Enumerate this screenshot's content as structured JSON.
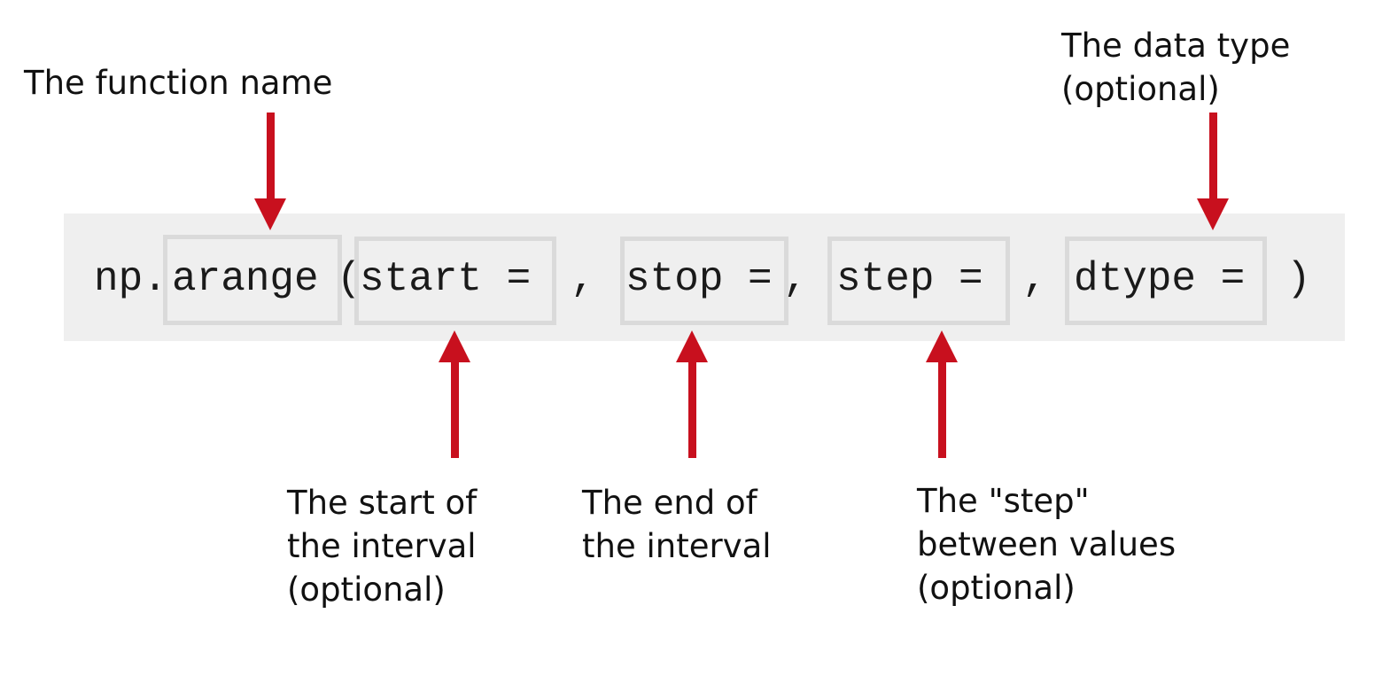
{
  "code": {
    "prefix": "np.",
    "function": "arange",
    "open_paren": "(",
    "param_start": "start =",
    "comma1": ",",
    "param_stop": "stop =",
    "comma2": ",",
    "param_step": "step =",
    "comma3": ",",
    "param_dtype": "dtype =",
    "close_paren": ")"
  },
  "annotations": {
    "function_name": "The function name",
    "dtype": "The data type\n(optional)",
    "start": "The start of\nthe interval\n(optional)",
    "stop": "The end of\nthe interval",
    "step": "The \"step\"\nbetween values\n(optional)"
  },
  "colors": {
    "arrow": "#c8101e",
    "code_background": "#efefef",
    "box_border": "#dadada",
    "text": "#111111"
  }
}
